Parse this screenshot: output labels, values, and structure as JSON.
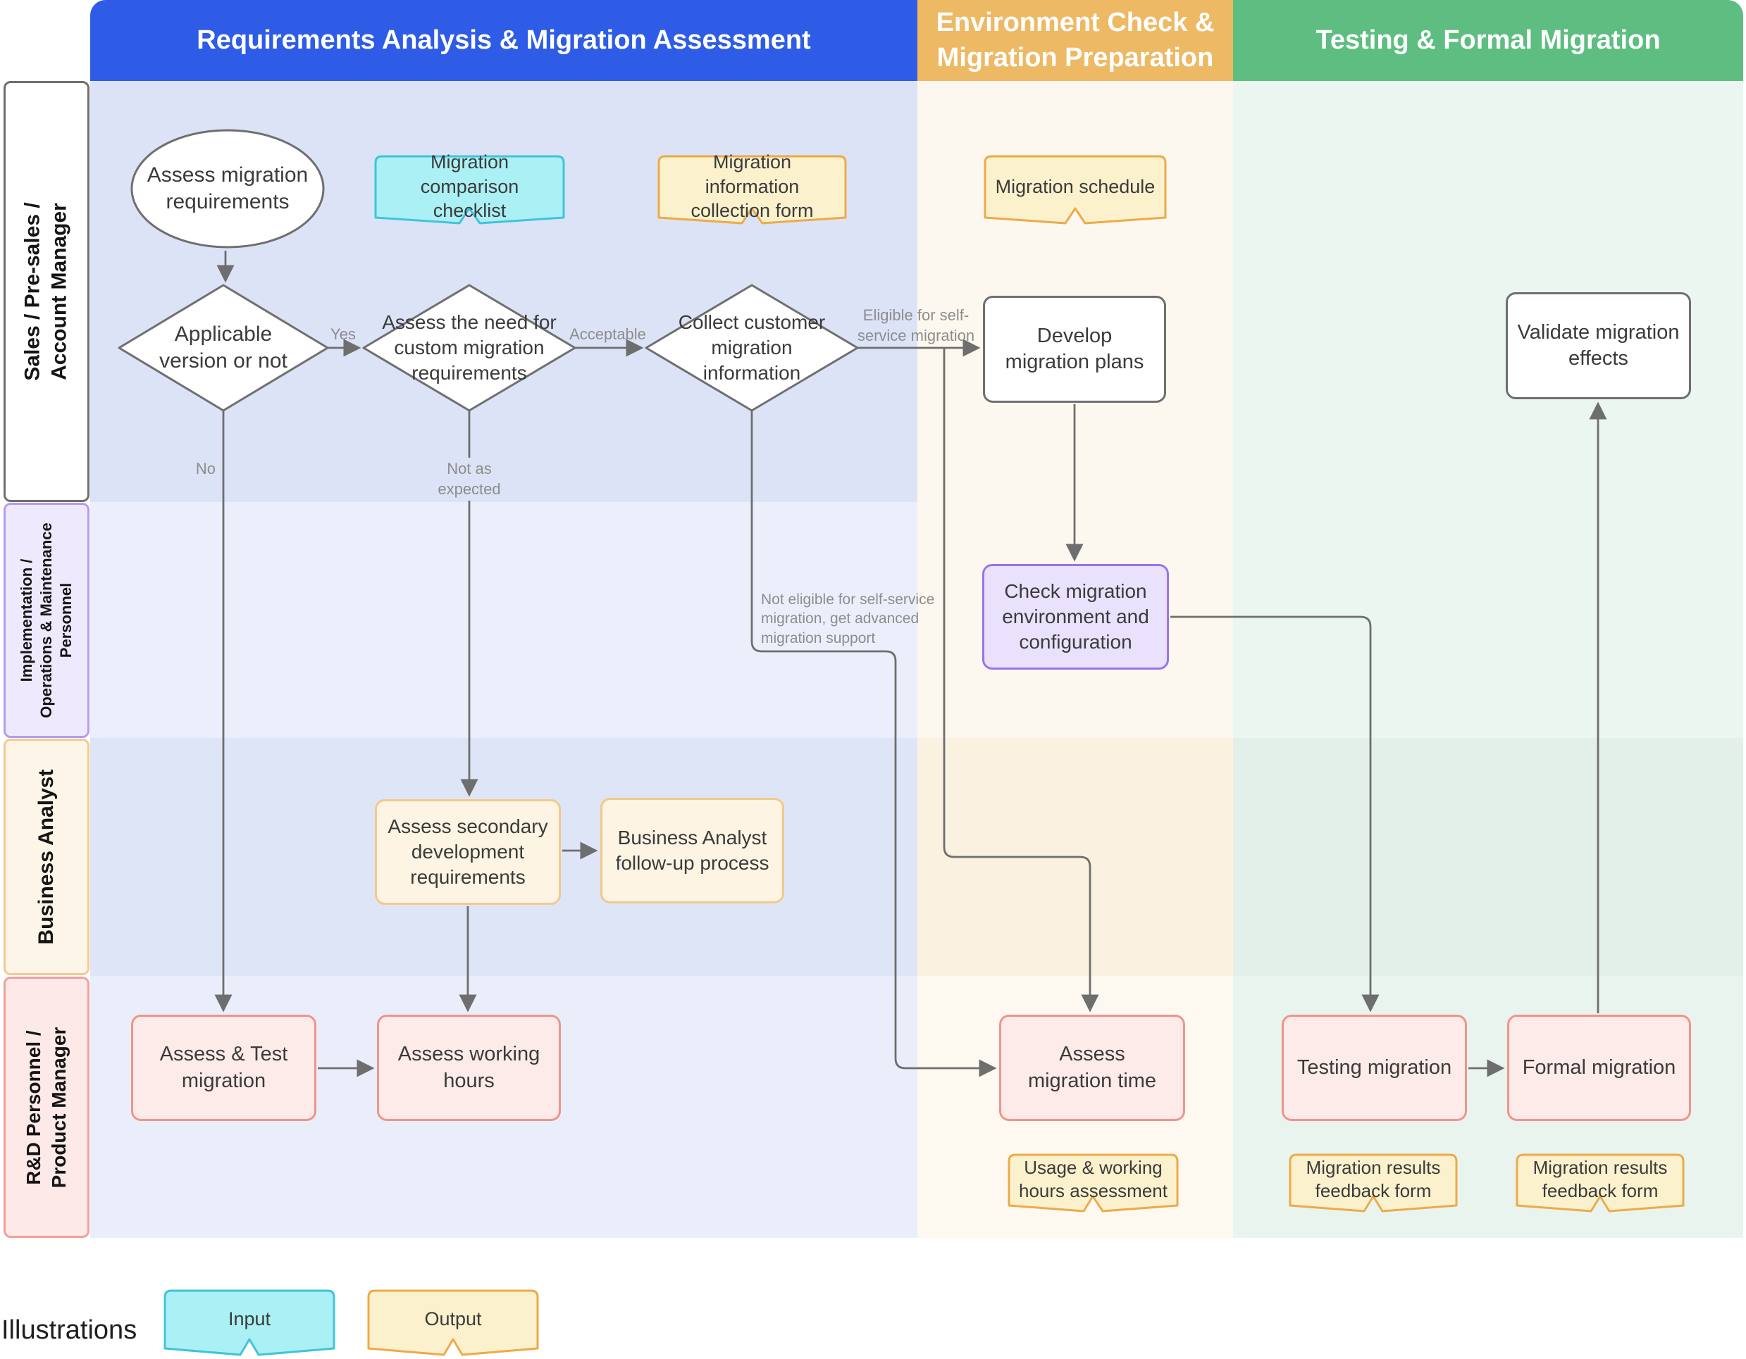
{
  "phases": [
    {
      "label": "Requirements Analysis & Migration Assessment",
      "color": "#2e5ce6"
    },
    {
      "label": "Environment Check &\nMigration Preparation",
      "color": "#edb964"
    },
    {
      "label": "Testing & Formal Migration",
      "color": "#5ebd81"
    }
  ],
  "lanes": [
    {
      "label": "Sales / Pre-sales /\nAccount Manager",
      "fill": "#ffffff",
      "stroke": "#6f6f6f"
    },
    {
      "label": "Implementation /\nOperations & Maintenance\nPersonnel",
      "fill": "#efe9fd",
      "stroke": "#b49cf0"
    },
    {
      "label": "Business Analyst",
      "fill": "#fdf6e8",
      "stroke": "#f5c98d"
    },
    {
      "label": "R&D Personnel /\nProduct Manager",
      "fill": "#fce9e8",
      "stroke": "#f0a19a"
    }
  ],
  "nodes": {
    "assess_migration_requirements": {
      "label": "Assess migration\nrequirements",
      "shape": "ellipse"
    },
    "migration_comparison_checklist": {
      "label": "Migration comparison\nchecklist",
      "shape": "input-flag"
    },
    "migration_information_collection_form": {
      "label": "Migration information\ncollection form",
      "shape": "output-flag"
    },
    "migration_schedule": {
      "label": "Migration schedule",
      "shape": "output-flag"
    },
    "applicable_version_or_not": {
      "label": "Applicable\nversion or not",
      "shape": "decision"
    },
    "assess_need_custom_migration": {
      "label": "Assess the need for\ncustom migration\nrequirements",
      "shape": "decision"
    },
    "collect_customer_migration_information": {
      "label": "Collect customer\nmigration information",
      "shape": "decision"
    },
    "develop_migration_plans": {
      "label": "Develop\nmigration plans",
      "shape": "process"
    },
    "validate_migration_effects": {
      "label": "Validate migration\neffects",
      "shape": "process"
    },
    "check_migration_environment": {
      "label": "Check migration\nenvironment and\nconfiguration",
      "shape": "process"
    },
    "assess_secondary_development": {
      "label": "Assess secondary\ndevelopment\nrequirements",
      "shape": "process"
    },
    "business_analyst_follow_up": {
      "label": "Business Analyst\nfollow-up process",
      "shape": "process"
    },
    "assess_test_migration": {
      "label": "Assess & Test\nmigration",
      "shape": "process"
    },
    "assess_working_hours": {
      "label": "Assess working\nhours",
      "shape": "process"
    },
    "assess_migration_time": {
      "label": "Assess\nmigration time",
      "shape": "process"
    },
    "testing_migration": {
      "label": "Testing migration",
      "shape": "process"
    },
    "formal_migration": {
      "label": "Formal migration",
      "shape": "process"
    },
    "usage_working_hours_assessment": {
      "label": "Usage & working\nhours assessment",
      "shape": "output-flag"
    },
    "migration_results_feedback_form_1": {
      "label": "Migration results\nfeedback form",
      "shape": "output-flag"
    },
    "migration_results_feedback_form_2": {
      "label": "Migration results\nfeedback form",
      "shape": "output-flag"
    }
  },
  "edge_labels": {
    "yes": "Yes",
    "no": "No",
    "acceptable": "Acceptable",
    "not_as_expected": "Not as expected",
    "eligible": "Eligible for self-\nservice migration",
    "not_eligible": "Not eligible for self-service\nmigration, get advanced\nmigration support"
  },
  "edges": [
    {
      "from": "assess_migration_requirements",
      "to": "applicable_version_or_not"
    },
    {
      "from": "applicable_version_or_not",
      "to": "assess_need_custom_migration",
      "label": "yes"
    },
    {
      "from": "applicable_version_or_not",
      "to": "assess_test_migration",
      "label": "no"
    },
    {
      "from": "assess_need_custom_migration",
      "to": "collect_customer_migration_information",
      "label": "acceptable"
    },
    {
      "from": "assess_need_custom_migration",
      "to": "assess_secondary_development",
      "label": "not_as_expected"
    },
    {
      "from": "collect_customer_migration_information",
      "to": "develop_migration_plans",
      "label": "eligible"
    },
    {
      "from": "collect_customer_migration_information",
      "to": "assess_migration_time",
      "label": "not_eligible"
    },
    {
      "from": "eligible_branch",
      "to": "assess_migration_time"
    },
    {
      "from": "assess_secondary_development",
      "to": "business_analyst_follow_up"
    },
    {
      "from": "assess_secondary_development",
      "to": "assess_working_hours"
    },
    {
      "from": "assess_test_migration",
      "to": "assess_working_hours"
    },
    {
      "from": "develop_migration_plans",
      "to": "check_migration_environment"
    },
    {
      "from": "check_migration_environment",
      "to": "testing_migration"
    },
    {
      "from": "testing_migration",
      "to": "formal_migration"
    },
    {
      "from": "formal_migration",
      "to": "validate_migration_effects"
    }
  ],
  "legend": {
    "title": "Illustrations",
    "input_label": "Input",
    "output_label": "Output"
  },
  "colors": {
    "phase_blue": "#2e5ce6",
    "phase_orange": "#edb964",
    "phase_green": "#5ebd81",
    "input_fill": "#abf0f4",
    "input_stroke": "#3fc4da",
    "output_fill": "#fbf2cd",
    "output_stroke": "#edaa49",
    "process_pink_fill": "#fcebe9",
    "process_pink_stroke": "#f0948b",
    "process_cream_fill": "#fdf4e3",
    "process_cream_stroke": "#f2c98b",
    "process_purple_fill": "#eae1fc",
    "process_purple_stroke": "#9a74e8",
    "connector_gray": "#6e6e6e"
  }
}
